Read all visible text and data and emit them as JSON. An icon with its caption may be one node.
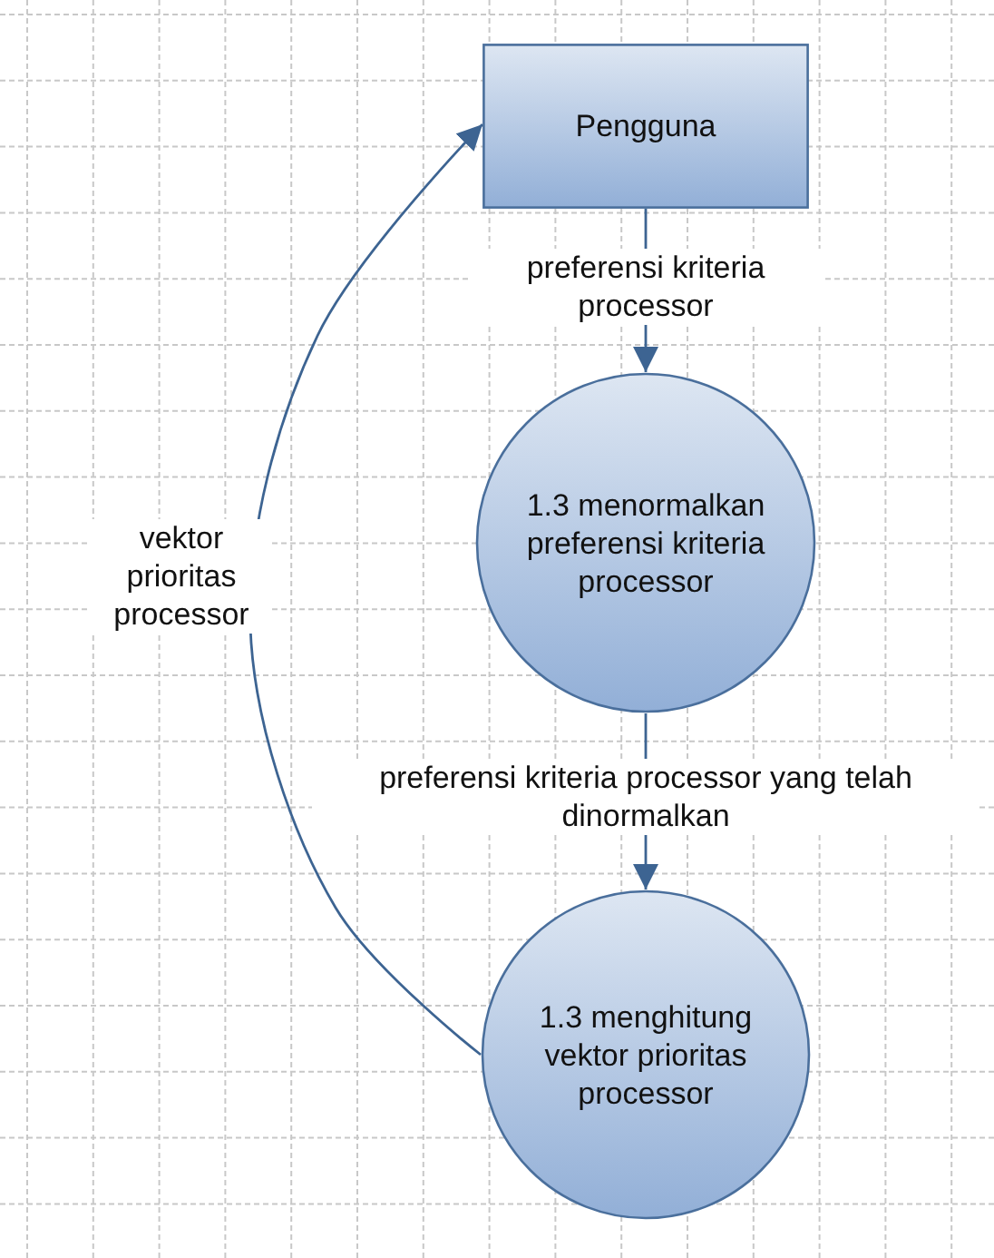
{
  "diagram": {
    "nodes": [
      {
        "text": [
          "Pengguna"
        ]
      },
      {
        "text": [
          "1.3 menormalkan preferensi kriteria processor"
        ]
      },
      {
        "text": [
          "1.3 menghitung vektor prioritas processor"
        ]
      }
    ],
    "edges": [
      {
        "from": 0,
        "to": 1,
        "arrow": "to",
        "label": "preferensi kriteria processor"
      },
      {
        "from": 1,
        "to": 2,
        "arrow": "to",
        "label": "preferensi kriteria processor yang telah dinormalkan"
      },
      {
        "from": 2,
        "to": 0,
        "arrow": "to",
        "label": "vektor prioritas processor"
      }
    ]
  }
}
